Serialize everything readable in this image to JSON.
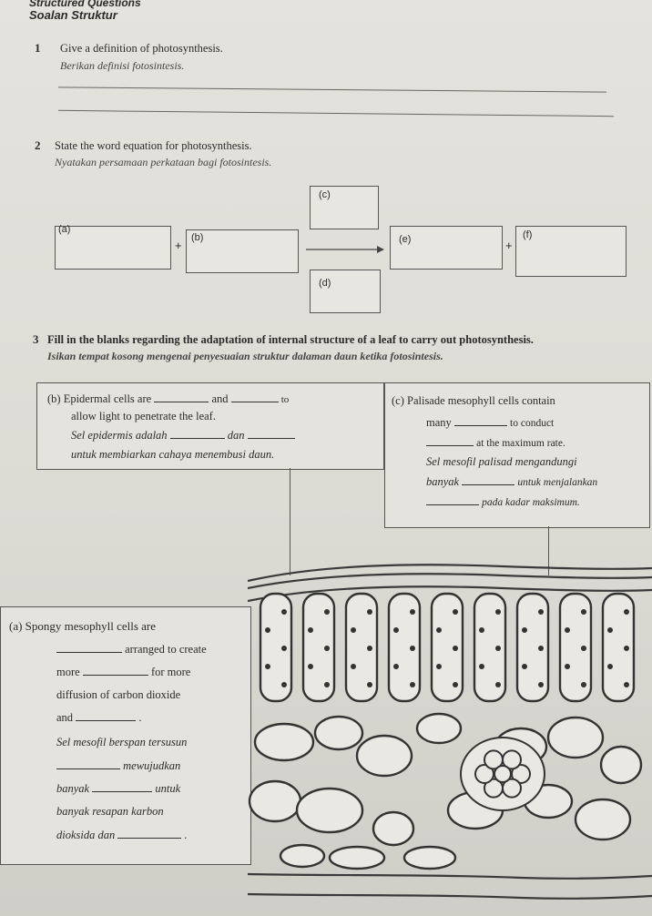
{
  "header": {
    "title_en": "Structured Questions",
    "title_ms": "Soalan Struktur"
  },
  "q1": {
    "number": "1",
    "text_en": "Give a definition of photosynthesis.",
    "text_ms": "Berikan definisi fotosintesis."
  },
  "q2": {
    "number": "2",
    "text_en": "State the word equation for photosynthesis.",
    "text_ms": "Nyatakan persamaan perkataan bagi fotosintesis.",
    "boxes": {
      "a": "(a)",
      "b": "(b)",
      "c": "(c)",
      "d": "(d)",
      "e": "(e)",
      "f": "(f)"
    },
    "plus": "+"
  },
  "q3": {
    "number": "3",
    "text_en": "Fill in the blanks regarding the adaptation of internal structure of a leaf to carry out photosynthesis.",
    "text_ms": "Isikan tempat kosong mengenai penyesuaian struktur dalaman daun ketika fotosintesis.",
    "panel_b": {
      "l1a": "(b)  Epidermal cells are",
      "l1b": "and",
      "l1c": "to",
      "l2": "allow light to penetrate the leaf.",
      "l3a": "Sel epidermis adalah",
      "l3b": "dan",
      "l4": "untuk  membiarkan cahaya menembusi daun."
    },
    "panel_c": {
      "l1": "(c)  Palisade mesophyll cells contain",
      "l2a": "many",
      "l2b": "to conduct",
      "l3": "at the maximum rate.",
      "l4": "Sel mesofil palisad mengandungi",
      "l5a": "banyak",
      "l5b": "untuk menjalankan",
      "l6": "pada kadar maksimum."
    },
    "panel_a": {
      "l1": "(a)  Spongy mesophyll cells are",
      "l2": "arranged to create",
      "l3a": "more",
      "l3b": "for more",
      "l4": "diffusion of carbon dioxide",
      "l5a": "and",
      "l5b": ".",
      "l6": "Sel mesofil berspan tersusun",
      "l7": "mewujudkan",
      "l8a": "banyak",
      "l8b": "untuk",
      "l9": "banyak resapan karbon",
      "l10a": "dioksida dan",
      "l10b": "."
    }
  },
  "diagram": {
    "name": "leaf-cross-section"
  },
  "colors": {
    "ink": "#2b2b2b",
    "paper": "#e4e3dd",
    "line": "#555555"
  }
}
